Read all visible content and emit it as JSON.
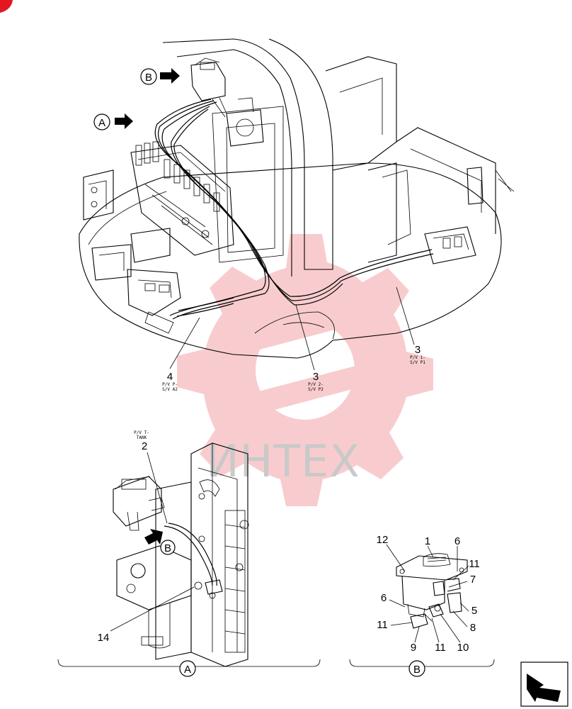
{
  "labels": {
    "callout_A": "A",
    "callout_B": "B",
    "hose_3_main": "3",
    "hose_3_main_sub1": "P/V 1-",
    "hose_3_main_sub2": "S/V P1",
    "hose_3_lower": "3",
    "hose_3_lower_sub1": "P/V 2-",
    "hose_3_lower_sub2": "S/V P2",
    "hose_4": "4",
    "hose_4_sub1": "P/V P-",
    "hose_4_sub2": "S/V A2",
    "hose_2": "2",
    "hose_2_sub1": "P/V T-",
    "hose_2_sub2": "TANK",
    "part_14": "14",
    "part_1": "1",
    "part_5": "5",
    "part_6_top": "6",
    "part_6_left": "6",
    "part_7": "7",
    "part_8": "8",
    "part_9": "9",
    "part_10": "10",
    "part_11_top": "11",
    "part_11_left": "11",
    "part_11_bottom": "11",
    "part_12": "12",
    "view_A": "A",
    "view_B": "B"
  },
  "watermark": {
    "text": "ИНТЕХ",
    "color": "#e8505b"
  },
  "colors": {
    "corner_mark": "#e3171f",
    "watermark_gear": "#f3a3a8",
    "line": "#000000"
  },
  "icons": {
    "nav": "next-page-arrow-icon",
    "callout": "bold-right-arrow-icon"
  }
}
